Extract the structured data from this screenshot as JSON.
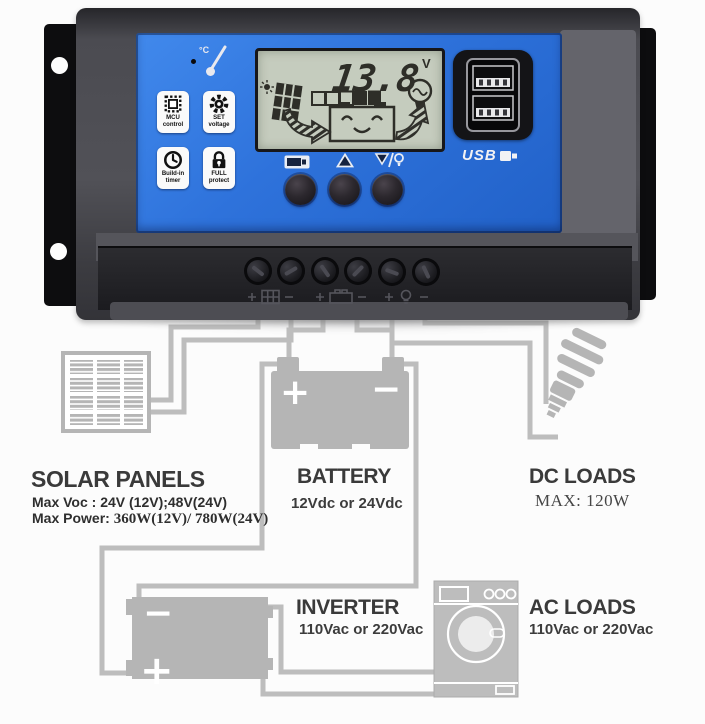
{
  "controller": {
    "display": {
      "value": "13.8",
      "unit": "V"
    },
    "function_buttons": [
      {
        "icon": "mcu-chip-icon",
        "label": "MCU control"
      },
      {
        "icon": "gear-icon",
        "label": "SET voltage"
      },
      {
        "icon": "clock-icon",
        "label": "Build-in timer"
      },
      {
        "icon": "padlock-icon",
        "label": "FULL protect"
      }
    ],
    "button_row_icons": [
      "battery-indicator-icon",
      "up-arrow-icon",
      "down-arrow-lamp-icon"
    ],
    "usb": {
      "label": "USB"
    }
  },
  "diagram": {
    "solar_panels": {
      "title": "SOLAR PANELS",
      "spec_line1": "Max Voc : 24V (12V);48V(24V)",
      "spec_line2_prefix": "Max Power:",
      "spec_line2_value": "360W(12V)/ 780W(24V)"
    },
    "battery": {
      "title": "BATTERY",
      "spec": "12Vdc or 24Vdc",
      "plus": "+",
      "minus": "−"
    },
    "dc_loads": {
      "title": "DC LOADS",
      "spec": "MAX: 120W"
    },
    "inverter": {
      "title": "INVERTER",
      "spec": "110Vac or 220Vac",
      "minus": "−",
      "plus": "+"
    },
    "ac_loads": {
      "title": "AC LOADS",
      "spec": "110Vac or 220Vac"
    }
  },
  "colors": {
    "faceplate_blue": "#2e72d9",
    "lcd_background": "#c5ccbe",
    "wire_gray": "#bdbdbd",
    "component_gray": "#b5b5b5"
  }
}
